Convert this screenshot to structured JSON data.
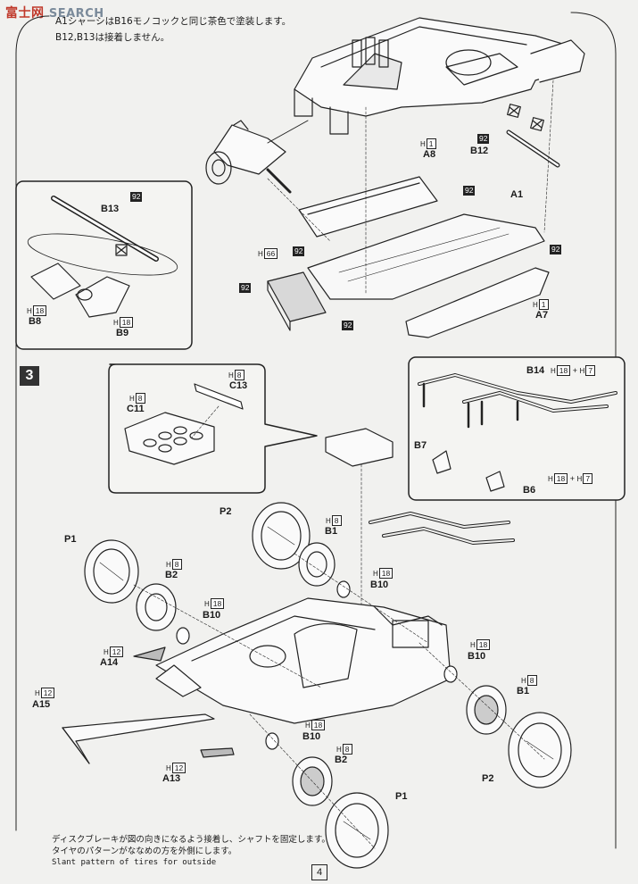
{
  "header": {
    "logo_main": "富士网",
    "logo_sub": "SEARCH"
  },
  "notes": {
    "line1": "A1シャーシはB16モノコックと同じ茶色で塗装します。",
    "line2": "B12,B13は接着しません。"
  },
  "step": {
    "number": "3"
  },
  "footer": {
    "jp1": "ディスクブレーキが図の向きになるよう接着し、シャフトを固定します。",
    "jp2": "タイヤのパターンがななめの方を外側にします。",
    "en": "Slant pattern of tires for outside"
  },
  "page_number": "4",
  "parts": {
    "A8": "A8",
    "A1": "A1",
    "A7": "A7",
    "B12": "B12",
    "B13": "B13",
    "B8": "B8",
    "B9": "B9",
    "C13": "C13",
    "C11": "C11",
    "B14": "B14",
    "B7": "B7",
    "B6": "B6",
    "P2": "P2",
    "P1": "P1",
    "B1": "B1",
    "B2": "B2",
    "B10": "B10",
    "A14": "A14",
    "A15": "A15",
    "A13": "A13"
  },
  "codes": {
    "h": "H",
    "c1": "1",
    "c8": "8",
    "c12": "12",
    "c18": "18",
    "c66": "66",
    "c7": "7",
    "c92": "92",
    "plus": "+"
  }
}
